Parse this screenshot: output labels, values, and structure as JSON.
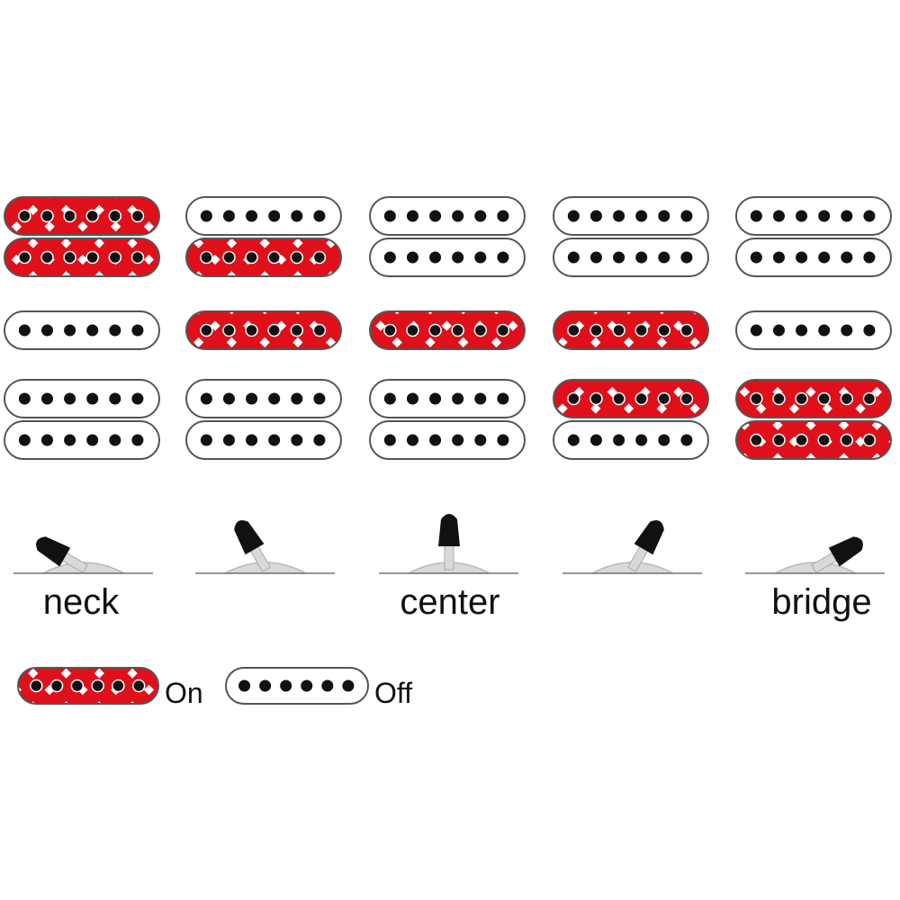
{
  "colors": {
    "on": "#e0101b",
    "off": "#ffffff",
    "outline": "#555555",
    "pole": "#111111",
    "knob": "#111111",
    "base": "#d9d9d9"
  },
  "positions": [
    {
      "label": "neck",
      "lever": "far-left",
      "pickups": {
        "neck_top": true,
        "neck_bottom": true,
        "middle": false,
        "bridge_top": false,
        "bridge_bottom": false
      }
    },
    {
      "label": "",
      "lever": "left",
      "pickups": {
        "neck_top": false,
        "neck_bottom": true,
        "middle": true,
        "bridge_top": false,
        "bridge_bottom": false
      }
    },
    {
      "label": "center",
      "lever": "center",
      "pickups": {
        "neck_top": false,
        "neck_bottom": false,
        "middle": true,
        "bridge_top": false,
        "bridge_bottom": false
      }
    },
    {
      "label": "",
      "lever": "right",
      "pickups": {
        "neck_top": false,
        "neck_bottom": false,
        "middle": true,
        "bridge_top": true,
        "bridge_bottom": false
      }
    },
    {
      "label": "bridge",
      "lever": "far-right",
      "pickups": {
        "neck_top": false,
        "neck_bottom": false,
        "middle": false,
        "bridge_top": true,
        "bridge_bottom": true
      }
    }
  ],
  "legend": {
    "on_label": "On",
    "off_label": "Off"
  }
}
